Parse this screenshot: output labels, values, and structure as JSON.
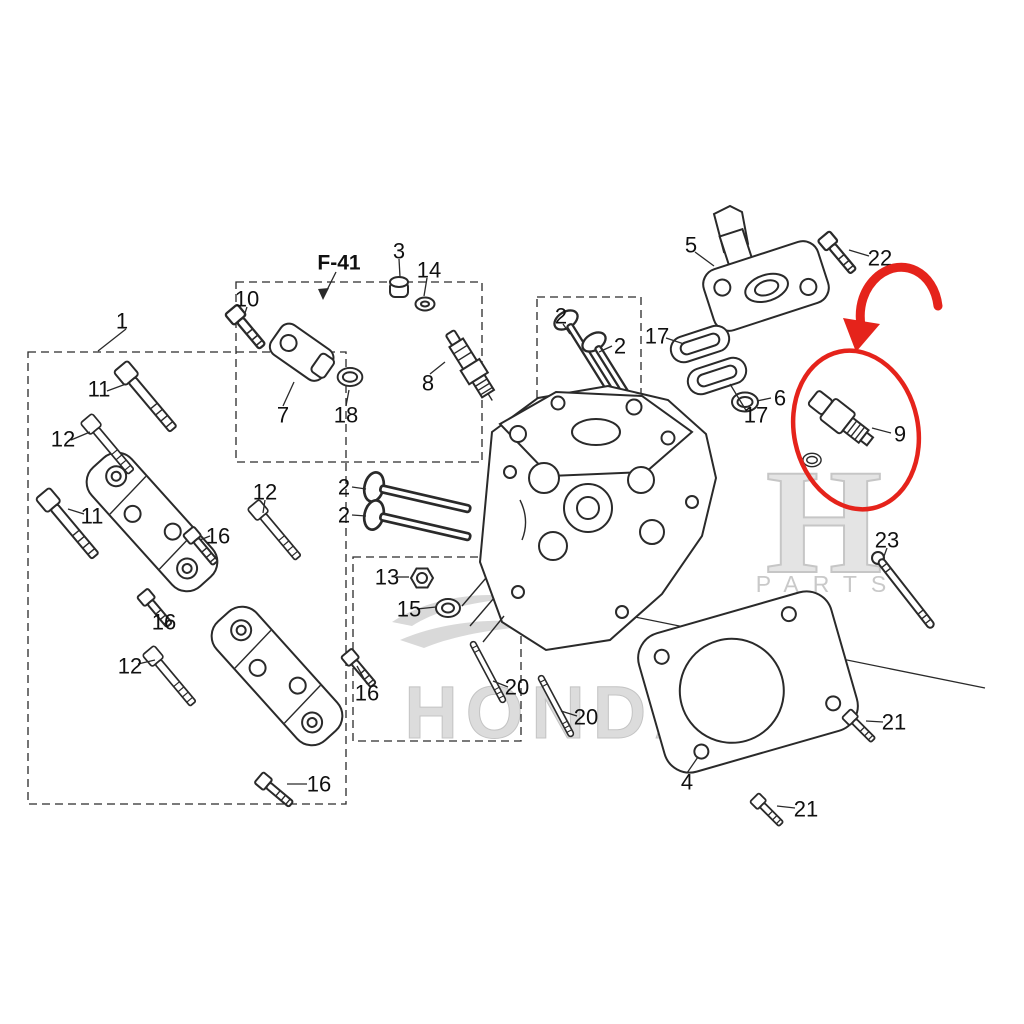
{
  "page": {
    "background": "#ffffff"
  },
  "diagram": {
    "highlighted_part": "9",
    "highlight_color": "#e5231b",
    "line_color": "#2a2a2a",
    "labels": [
      "F-41",
      "3",
      "14",
      "10",
      "1",
      "5",
      "22",
      "2",
      "2",
      "17",
      "6",
      "17",
      "7",
      "18",
      "8",
      "11",
      "12",
      "9",
      "11",
      "16",
      "12",
      "2",
      "2",
      "23",
      "13",
      "15",
      "16",
      "12",
      "16",
      "20",
      "20",
      "4",
      "21",
      "21",
      "16"
    ],
    "watermark": {
      "brand": "HONDA",
      "letter": "H",
      "caption": "PARTS"
    }
  }
}
